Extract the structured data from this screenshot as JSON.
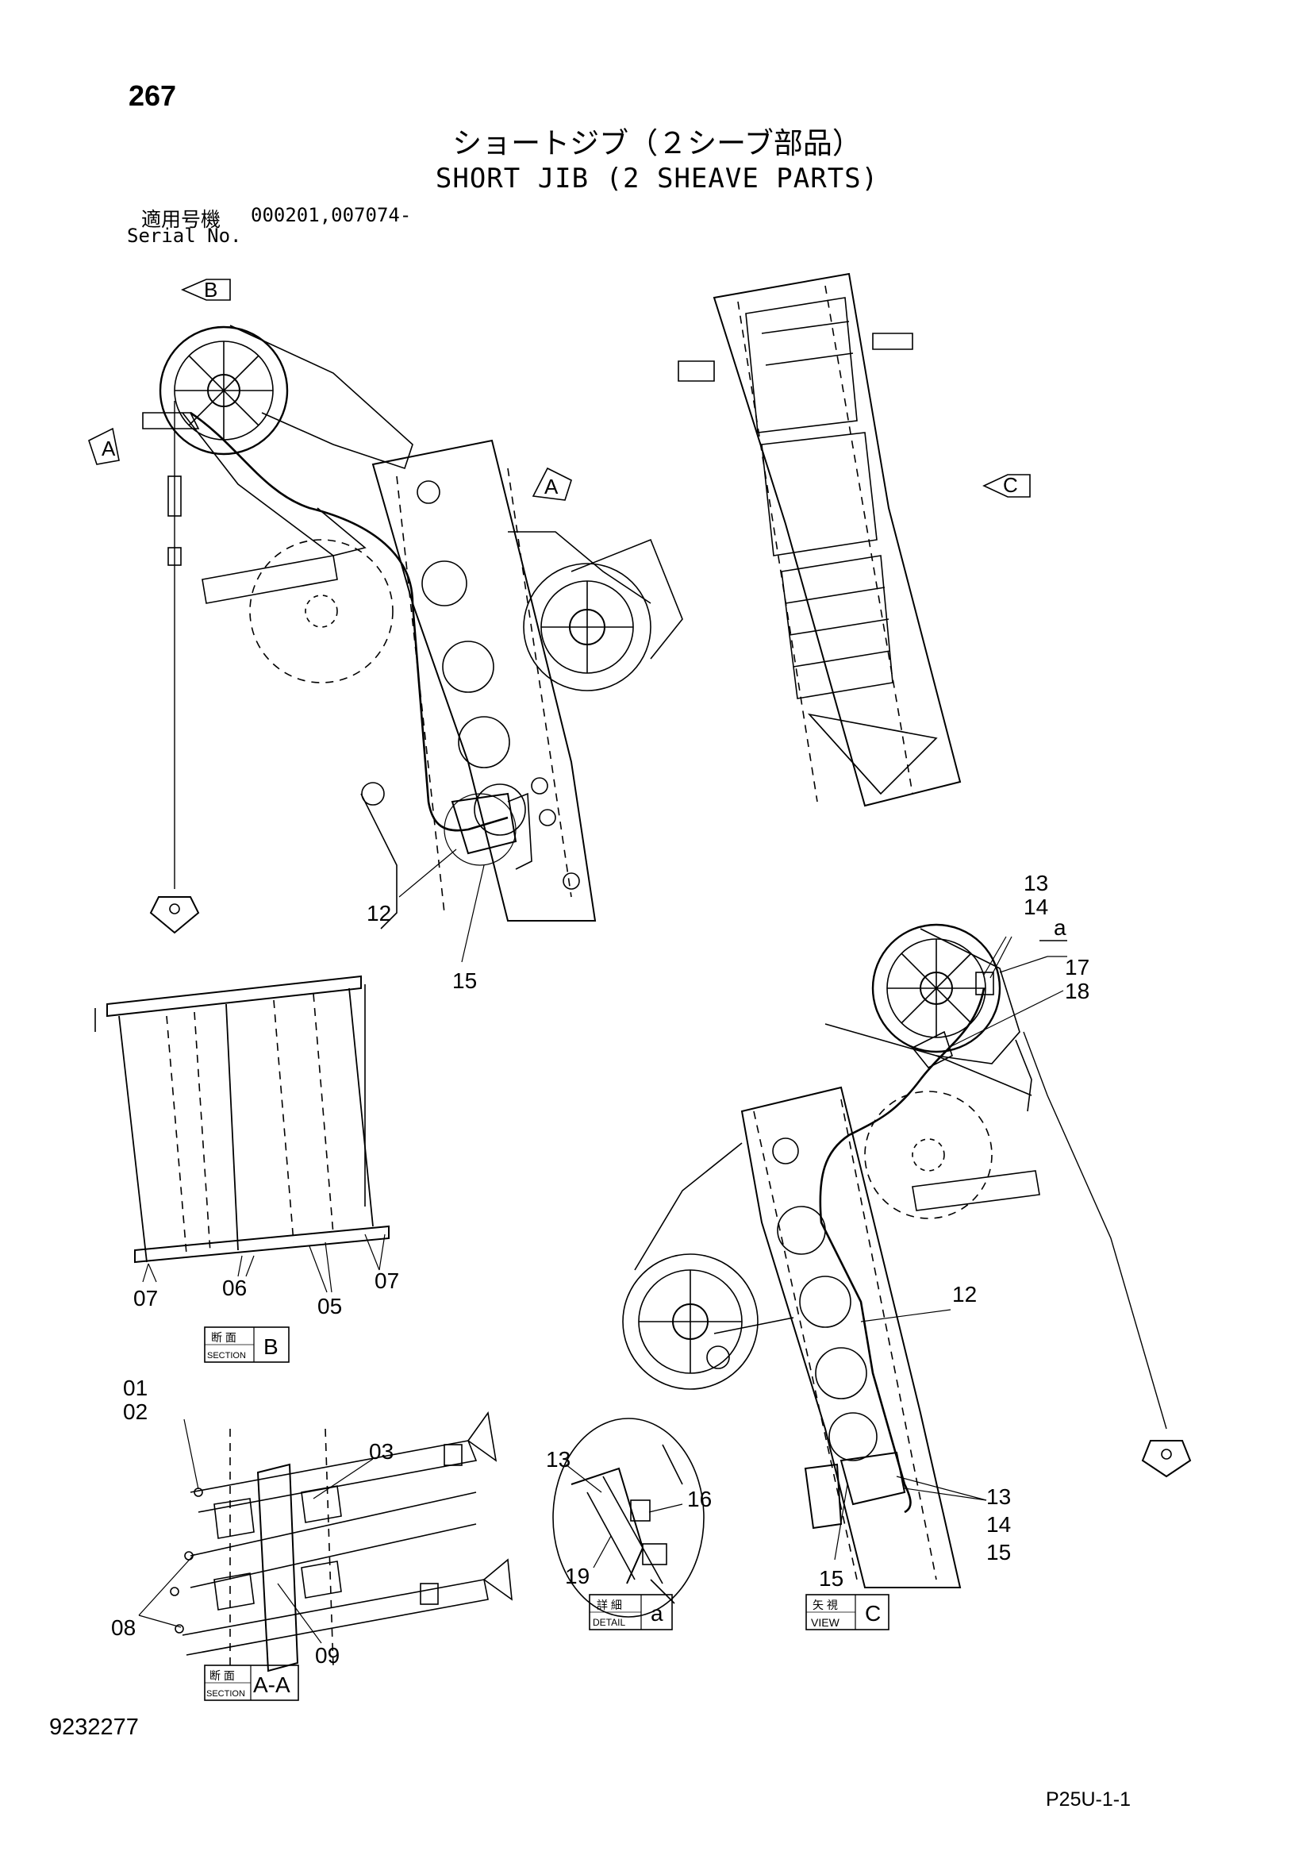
{
  "header": {
    "page_number": "267",
    "title_jp": "ショートジブ（２シーブ部品）",
    "title_en": "SHORT JIB (2 SHEAVE PARTS)",
    "serial_label_jp": "適用号機",
    "serial_label_en": "Serial No.",
    "serial_value": "000201,007074-"
  },
  "view_markers": {
    "b": "B",
    "a_left": "A",
    "a_right": "A",
    "c": "C"
  },
  "callouts": {
    "top_12": "12",
    "top_15": "15",
    "b_07_left": "07",
    "b_06": "06",
    "b_05": "05",
    "b_07_right": "07",
    "aa_01": "01",
    "aa_02": "02",
    "aa_03": "03",
    "aa_08": "08",
    "aa_09": "09",
    "det_13": "13",
    "det_16": "16",
    "det_19": "19",
    "right_13": "13",
    "right_14": "14",
    "right_a": "a",
    "right_17": "17",
    "right_18": "18",
    "right_12": "12",
    "right_13b": "13",
    "right_14b": "14",
    "right_15b": "15",
    "right_15": "15"
  },
  "section_labels": {
    "b": {
      "jp": "断 面",
      "en": "SECTION",
      "letter": "B"
    },
    "aa": {
      "jp": "断 面",
      "en": "SECTION",
      "letter": "A-A"
    },
    "detail": {
      "jp": "詳 細",
      "en": "DETAIL",
      "letter": "a"
    },
    "view": {
      "jp": "矢 視",
      "en": "VIEW",
      "letter": "C"
    }
  },
  "footer": {
    "doc_number": "9232277",
    "page_ref": "P25U-1-1"
  }
}
